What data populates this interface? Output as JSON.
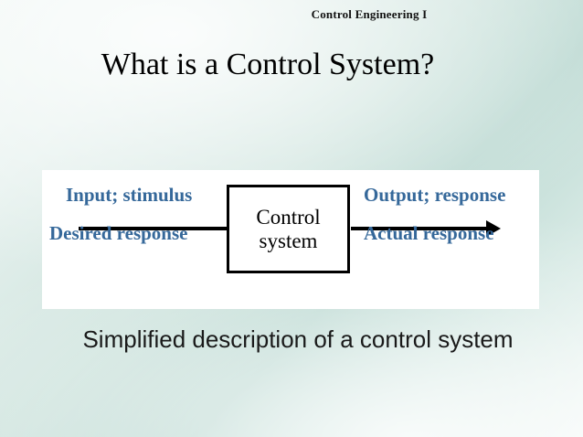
{
  "slide": {
    "course_label": "Control Engineering I",
    "title": "What is a Control System?",
    "caption": "Simplified description of a control system",
    "colors": {
      "background_light": "#eef6f3",
      "background_mid": "#bcd9d2",
      "panel": "#ffffff",
      "label_blue": "#35689a",
      "text_black": "#000000"
    }
  },
  "diagram": {
    "block": {
      "line1": "Control",
      "line2": "system"
    },
    "input": {
      "line1": "Input; stimulus",
      "line2": "Desired response"
    },
    "output": {
      "line1": "Output; response",
      "line2": "Actual response"
    }
  }
}
